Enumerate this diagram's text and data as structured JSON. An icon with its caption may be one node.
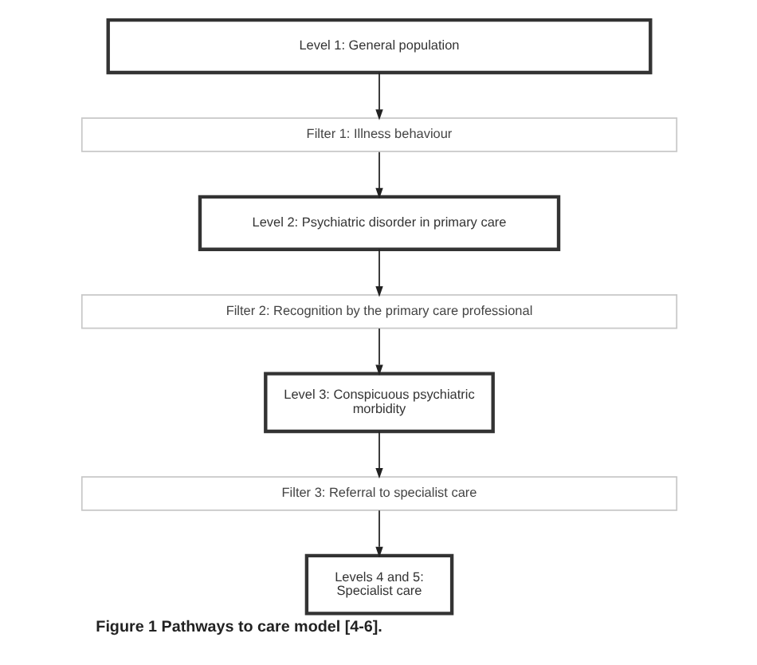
{
  "diagram": {
    "caption": "Figure 1 Pathways to care model [4-6].",
    "nodes": [
      {
        "text": [
          "Level 1: General population"
        ]
      },
      {
        "text": [
          "Filter 1: Illness behaviour"
        ]
      },
      {
        "text": [
          "Level 2: Psychiatric disorder in primary care"
        ]
      },
      {
        "text": [
          "Filter 2: Recognition by the primary care professional"
        ]
      },
      {
        "text": [
          "Level 3: Conspicuous psychiatric morbidity"
        ]
      },
      {
        "text": [
          "Filter 3: Referral to specialist care"
        ]
      },
      {
        "text": [
          "Levels 4 and 5: Specialist care"
        ]
      }
    ],
    "edges": [
      {
        "from": 0,
        "to": 1,
        "arrow": "to"
      },
      {
        "from": 1,
        "to": 2,
        "arrow": "to"
      },
      {
        "from": 2,
        "to": 3,
        "arrow": "to"
      },
      {
        "from": 3,
        "to": 4,
        "arrow": "to"
      },
      {
        "from": 4,
        "to": 5,
        "arrow": "to"
      },
      {
        "from": 5,
        "to": 6,
        "arrow": "to"
      }
    ]
  }
}
